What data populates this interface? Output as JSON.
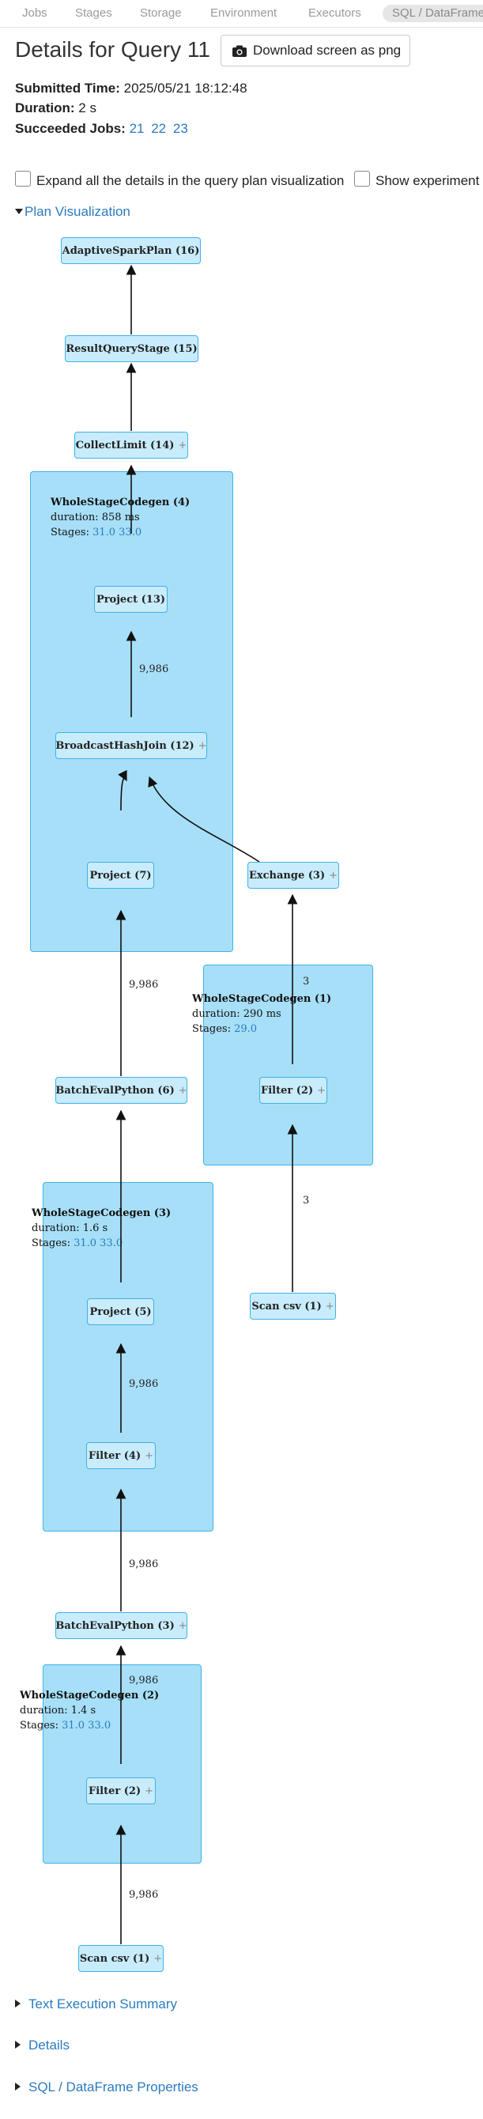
{
  "nav": {
    "tabs": [
      "Jobs",
      "Stages",
      "Storage",
      "Environment",
      "Executors",
      "SQL / DataFrame"
    ],
    "active_index": 5
  },
  "page": {
    "title": "Details for Query 11",
    "download_label": "Download screen as png"
  },
  "meta": {
    "submitted_label": "Submitted Time:",
    "submitted_value": "2025/05/21 18:12:48",
    "duration_label": "Duration:",
    "duration_value": "2 s",
    "succeeded_label": "Succeeded Jobs:",
    "succeeded_jobs": [
      "21",
      "22",
      "23"
    ]
  },
  "options": {
    "expand_label": "Expand all the details in the query plan visualization",
    "experimental_label": "Show experiment"
  },
  "plan_toggle": "Plan Visualization",
  "plan": {
    "clusters": [
      {
        "id": "wsc4",
        "title": "WholeStageCodegen (4)",
        "duration": "duration: 858 ms",
        "stages_label": "Stages:",
        "stages": "31.0 33.0"
      },
      {
        "id": "wsc1",
        "title": "WholeStageCodegen (1)",
        "duration": "duration: 290 ms",
        "stages_label": "Stages:",
        "stages": "29.0"
      },
      {
        "id": "wsc3",
        "title": "WholeStageCodegen (3)",
        "duration": "duration: 1.6 s",
        "stages_label": "Stages:",
        "stages": "31.0 33.0"
      },
      {
        "id": "wsc2",
        "title": "WholeStageCodegen (2)",
        "duration": "duration: 1.4 s",
        "stages_label": "Stages:",
        "stages": "31.0 33.0"
      }
    ],
    "nodes": [
      {
        "id": "asp16",
        "label": "AdaptiveSparkPlan (16)",
        "expandable": false
      },
      {
        "id": "rqs15",
        "label": "ResultQueryStage (15)",
        "expandable": false
      },
      {
        "id": "cl14",
        "label": "CollectLimit (14)",
        "expandable": true
      },
      {
        "id": "pr13",
        "label": "Project (13)",
        "expandable": false
      },
      {
        "id": "bhj12",
        "label": "BroadcastHashJoin (12)",
        "expandable": true
      },
      {
        "id": "pr7",
        "label": "Project (7)",
        "expandable": false
      },
      {
        "id": "ex3",
        "label": "Exchange (3)",
        "expandable": true
      },
      {
        "id": "bep6",
        "label": "BatchEvalPython (6)",
        "expandable": true
      },
      {
        "id": "fi2a",
        "label": "Filter (2)",
        "expandable": true
      },
      {
        "id": "pr5",
        "label": "Project (5)",
        "expandable": false
      },
      {
        "id": "sc1a",
        "label": "Scan csv (1)",
        "expandable": true
      },
      {
        "id": "fi4",
        "label": "Filter (4)",
        "expandable": true
      },
      {
        "id": "bep3",
        "label": "BatchEvalPython (3)",
        "expandable": true
      },
      {
        "id": "fi2b",
        "label": "Filter (2)",
        "expandable": true
      },
      {
        "id": "sc1b",
        "label": "Scan csv (1)",
        "expandable": true
      }
    ],
    "edge_labels": [
      "9,986",
      "9,986",
      "3",
      "3",
      "9,986",
      "9,986",
      "9,986",
      "9,986"
    ]
  },
  "sections": [
    "Text Execution Summary",
    "Details",
    "SQL / DataFrame Properties"
  ]
}
